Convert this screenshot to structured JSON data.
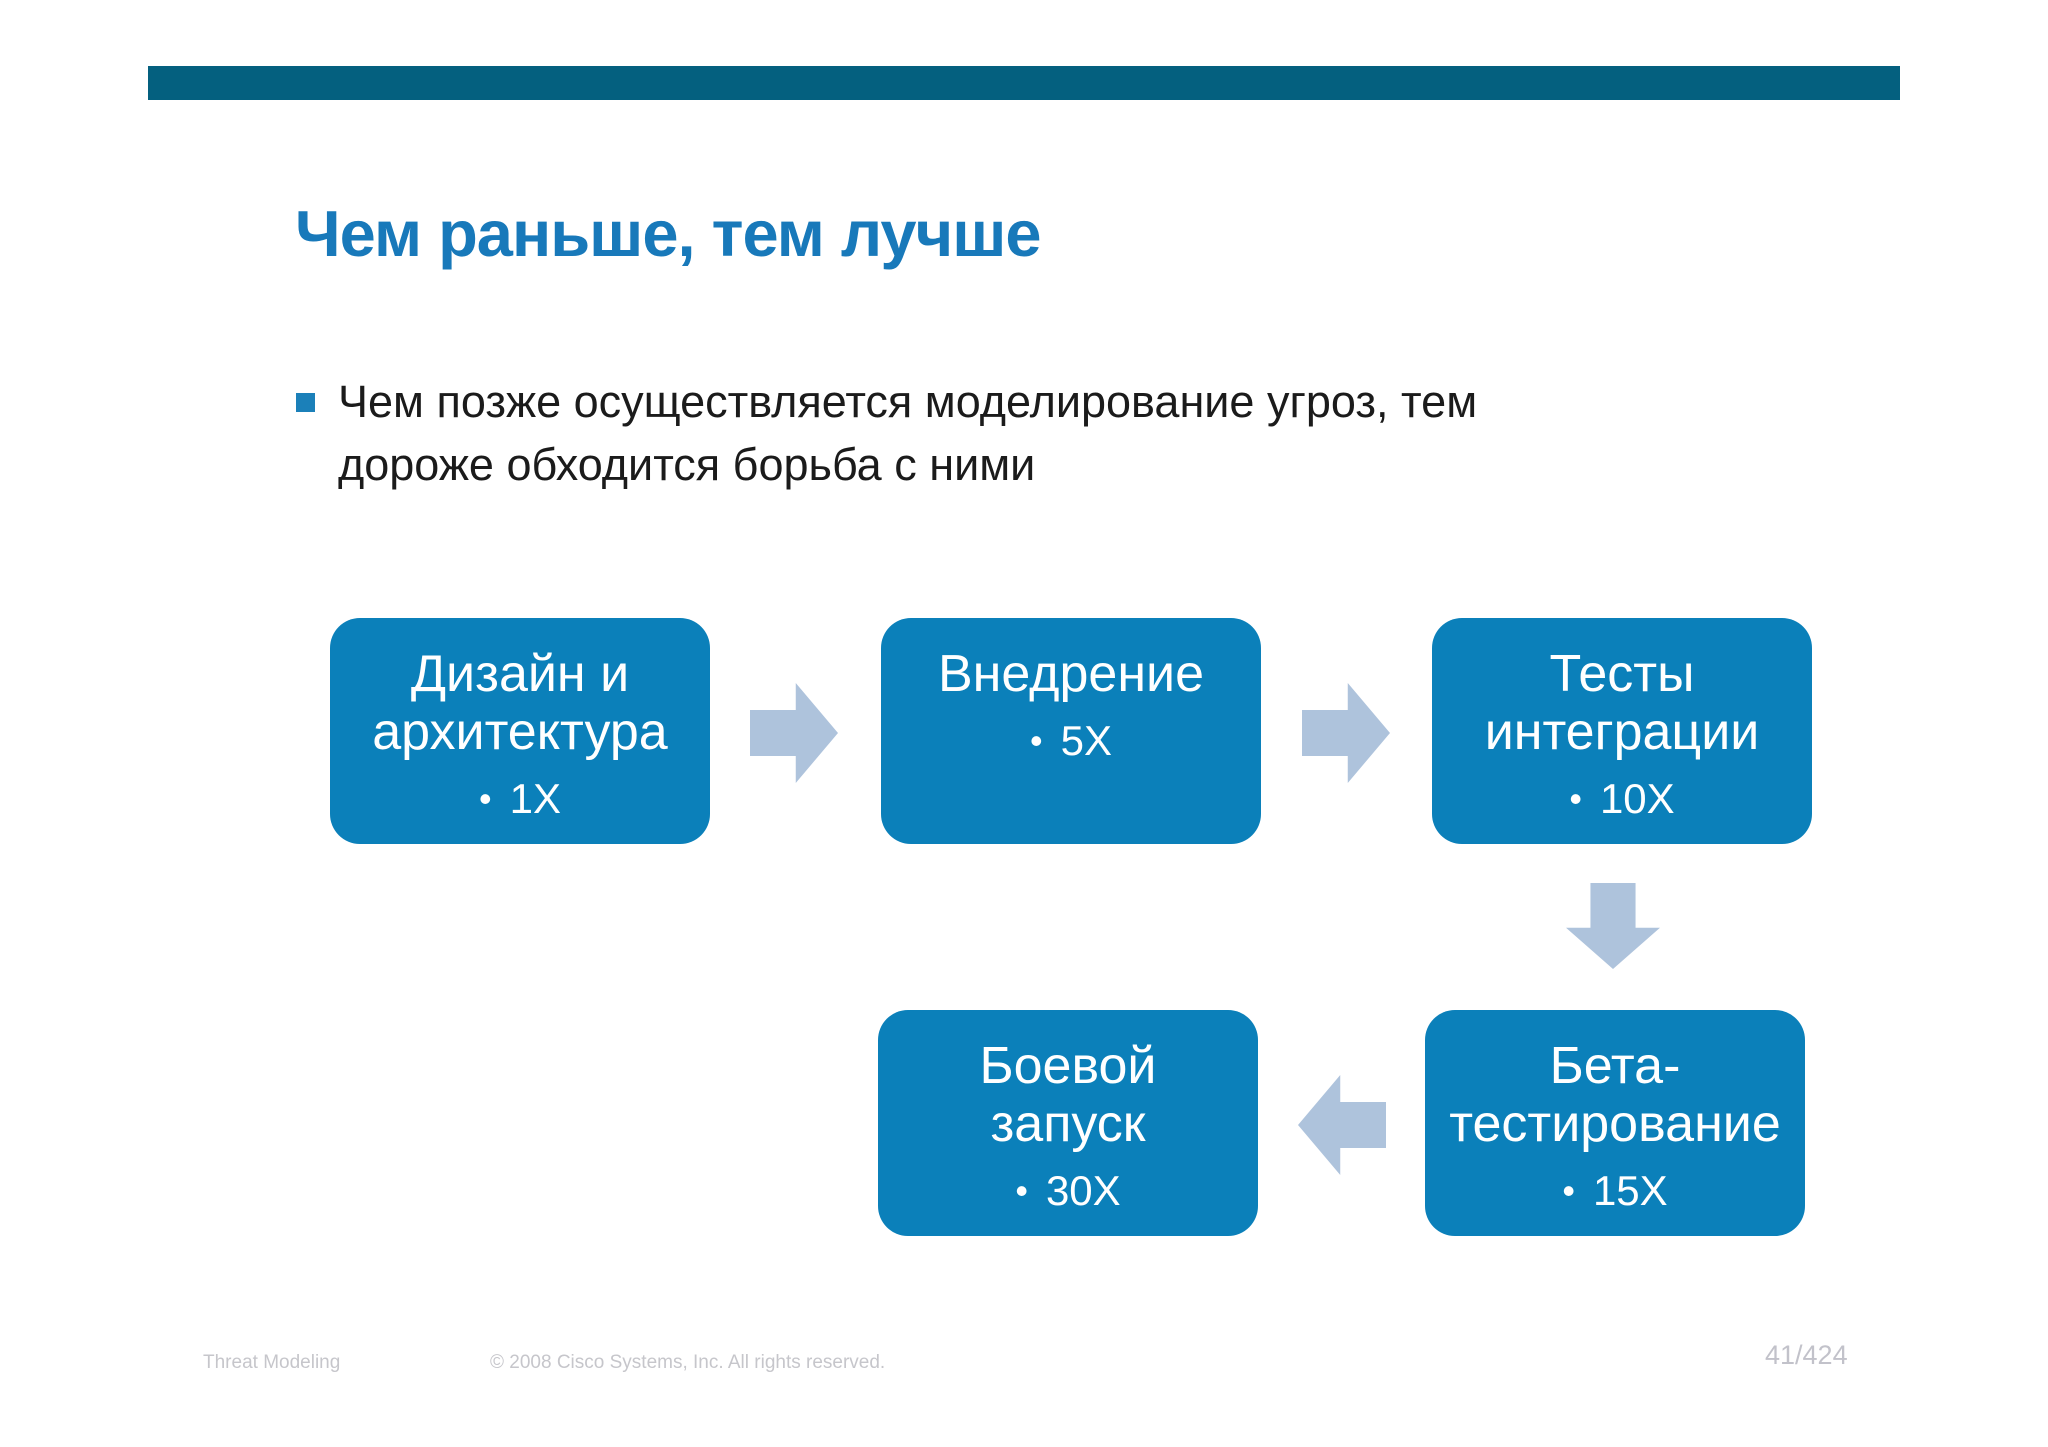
{
  "slide_title": "Чем раньше, тем лучше",
  "bullet": {
    "line1": "Чем позже осуществляется моделирование угроз, тем",
    "line2": "дороже обходится борьба с ними"
  },
  "diagram": {
    "bullet_char": "•",
    "boxes": [
      {
        "line1": "Дизайн и",
        "line2": "архитектура",
        "value": "1X"
      },
      {
        "line1": "Внедрение",
        "line2": "",
        "value": "5X"
      },
      {
        "line1": "Тесты",
        "line2": "интеграции",
        "value": "10X"
      },
      {
        "line1": "Бета-",
        "line2": "тестирование",
        "value": "15X"
      },
      {
        "line1": "Боевой",
        "line2": "запуск",
        "value": "30X"
      }
    ]
  },
  "footer": {
    "deck_title": "Threat Modeling",
    "copyright": "© 2008 Cisco Systems, Inc. All rights reserved.",
    "page_number": "41/424"
  },
  "colors": {
    "header_bar": "#04607f",
    "title_text": "#1879ba",
    "box_fill": "#0b80ba",
    "arrow_fill": "#aec3dc"
  }
}
